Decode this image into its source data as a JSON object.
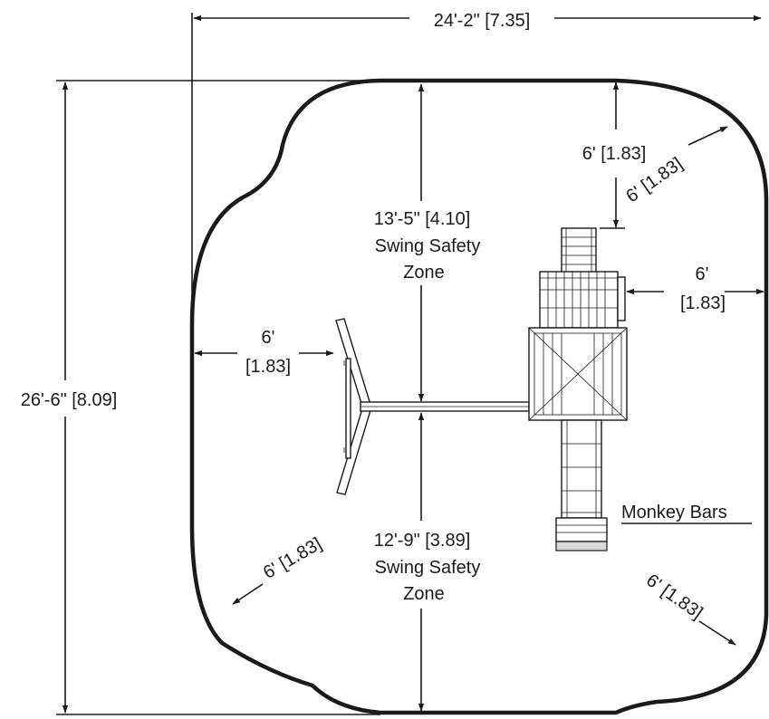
{
  "dimensions": {
    "overall_width": "24'-2\" [7.35]",
    "overall_depth": "26'-6\" [8.09]",
    "top_right_vertical": "6' [1.83]",
    "top_right_diagonal": "6' [1.83]",
    "right_side_line1": "6'",
    "right_side_line2": "[1.83]",
    "left_side_line1": "6'",
    "left_side_line2": "[1.83]",
    "bottom_left_diagonal": "6' [1.83]",
    "bottom_right_diagonal": "6' [1.83]"
  },
  "swing_zone_top": {
    "line1": "13'-5\" [4.10]",
    "line2": "Swing Safety",
    "line3": "Zone"
  },
  "swing_zone_bottom": {
    "line1": "12'-9\" [3.89]",
    "line2": "Swing Safety",
    "line3": "Zone"
  },
  "callouts": {
    "monkey_bars": "Monkey Bars"
  }
}
